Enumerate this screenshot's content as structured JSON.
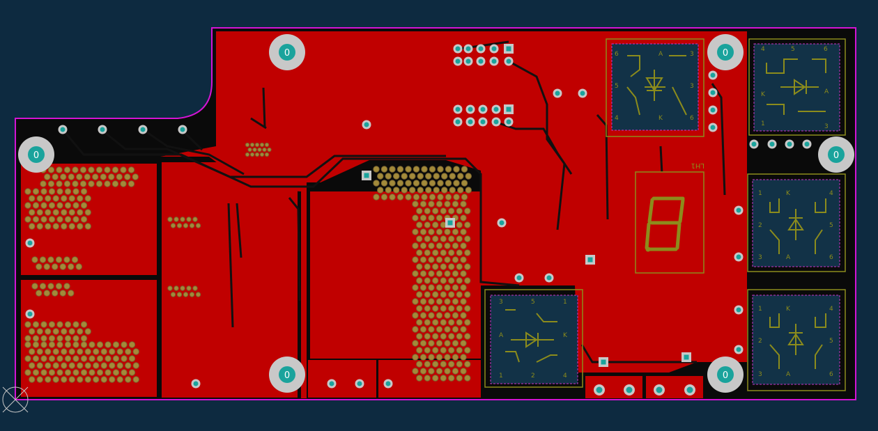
{
  "colors": {
    "background": "#0d2a40",
    "copper": "#c00000",
    "board_edge": "#d414d4",
    "pad_gold": "#a38a3a",
    "drill_cyan": "#1aa39c",
    "silkscreen": "#8c8c1c",
    "courtyard": "#c834c8",
    "mounting_ring": "#c8c8c8"
  },
  "icons": {
    "mounting_hole": "circle-with-zero",
    "origin_marker": "crosshair-circle",
    "diode": "diode-symbol"
  },
  "labels": {
    "mount_hole_id": "0",
    "display_ref": "LH1",
    "relay_pins": [
      "1",
      "2",
      "3",
      "4",
      "5",
      "6",
      "K",
      "A"
    ]
  },
  "relays": [
    {
      "id": "relay-top-center",
      "pins": [
        "6",
        "5",
        "4",
        "A",
        "3",
        "K"
      ]
    },
    {
      "id": "relay-top-right",
      "pins": [
        "4",
        "5",
        "6",
        "K",
        "A",
        "1",
        "3"
      ]
    },
    {
      "id": "relay-mid-right",
      "pins": [
        "1",
        "K",
        "4",
        "2",
        "5",
        "3",
        "A",
        "6"
      ]
    },
    {
      "id": "relay-bottom-right",
      "pins": [
        "1",
        "K",
        "4",
        "2",
        "5",
        "3",
        "A",
        "6"
      ]
    },
    {
      "id": "relay-bottom-center",
      "pins": [
        "3",
        "5",
        "1",
        "A",
        "K",
        "1",
        "2",
        "4"
      ]
    }
  ]
}
